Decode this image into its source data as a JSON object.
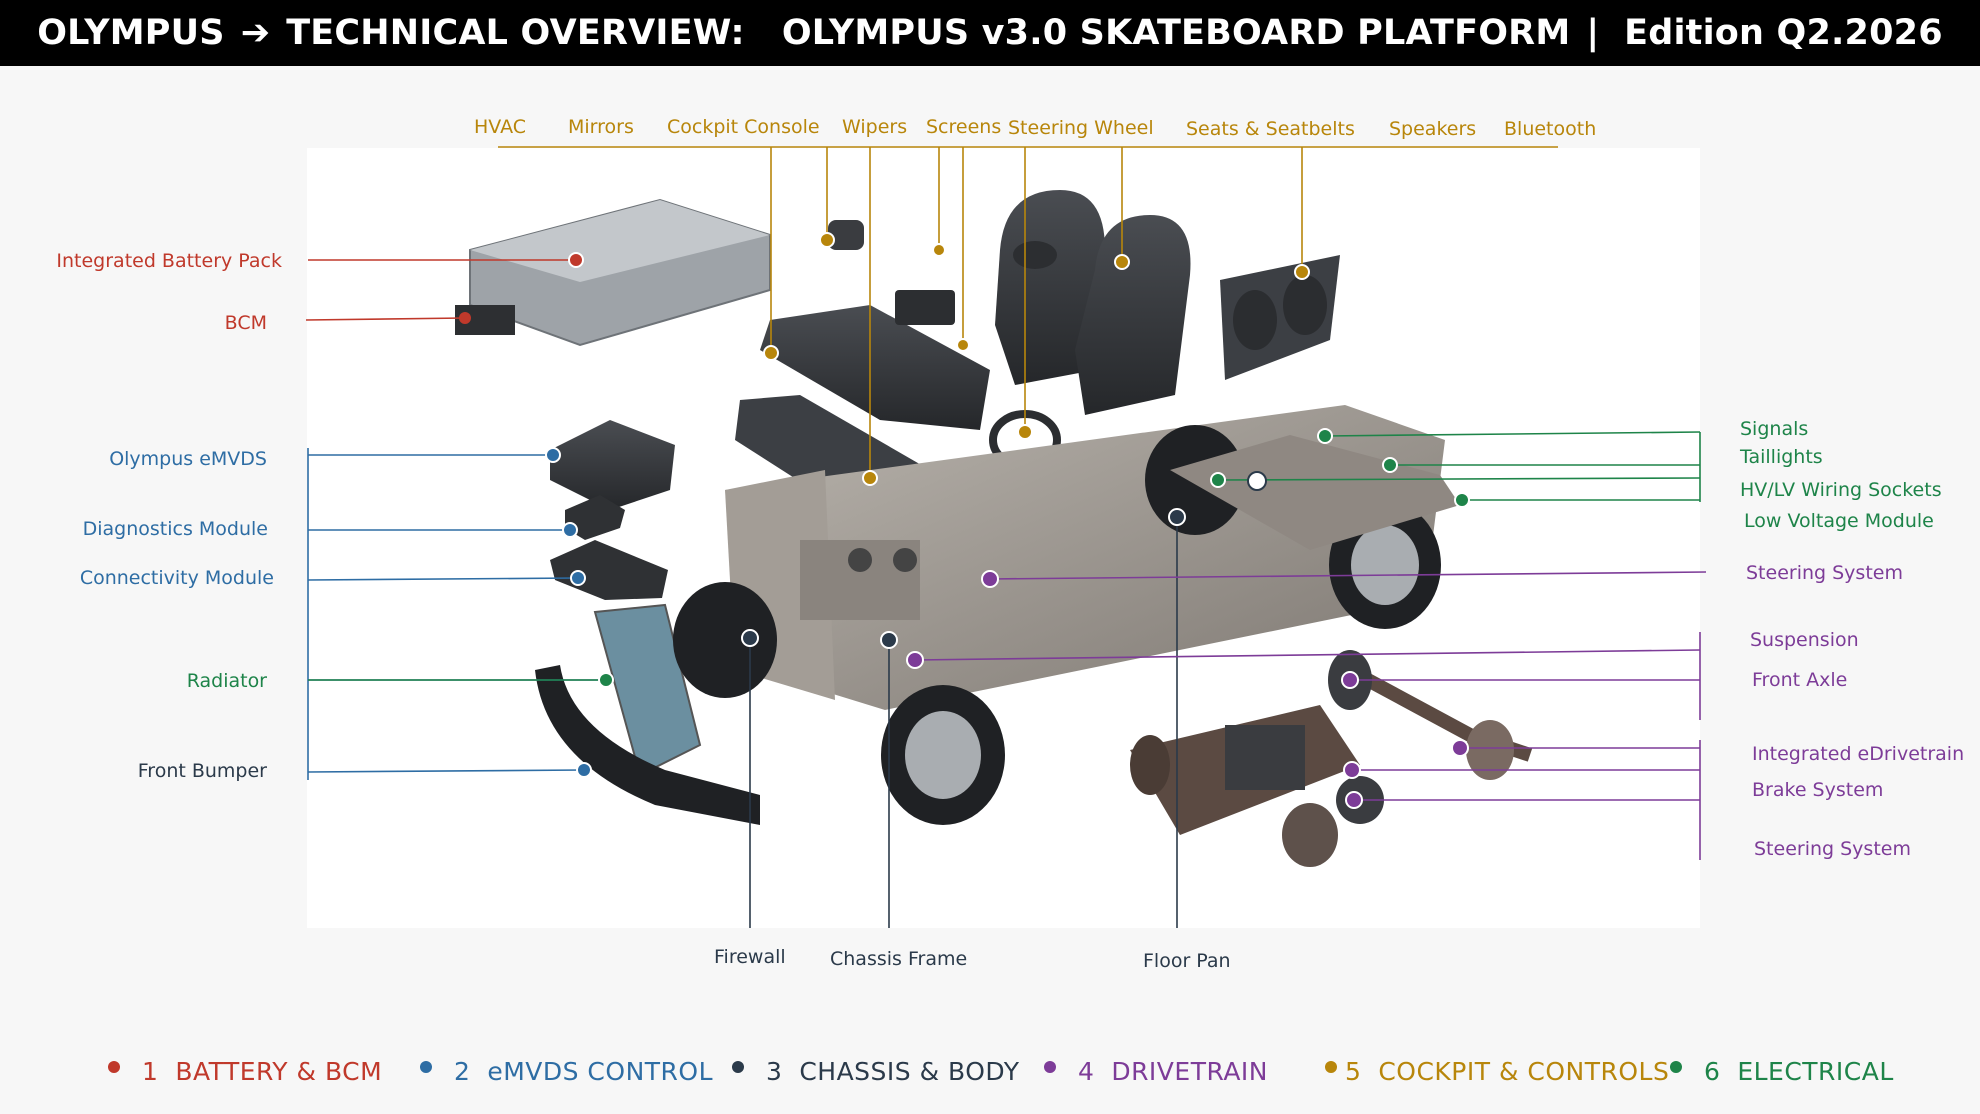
{
  "header": {
    "brand": "OLYMPUS",
    "arrow": "➔",
    "title": "TECHNICAL OVERVIEW:   OLYMPUS v3.0 SKATEBOARD PLATFORM",
    "edition": "|  Edition Q2.2026"
  },
  "colors": {
    "battery": "#c0392b",
    "emvds": "#2e6da4",
    "chassis": "#2b3a4a",
    "drivetrain": "#7d3c98",
    "cockpit": "#b8860b",
    "electrical": "#1e8449"
  },
  "labels": {
    "top": [
      "HVAC",
      "Mirrors",
      "Cockpit Console",
      "Wipers",
      "Screens",
      "Steering Wheel",
      "Seats & Seatbelts",
      "Speakers",
      "Bluetooth"
    ],
    "left": {
      "battery_pack": "Integrated Battery Pack",
      "bcm": "BCM",
      "emvds": "Olympus eMVDS",
      "diagnostics": "Diagnostics Module",
      "connectivity": "Connectivity Module",
      "radiator": "Radiator",
      "front_bumper": "Front Bumper"
    },
    "right": {
      "signals": "Signals",
      "taillights": "Taillights",
      "wiring": "HV/LV Wiring Sockets",
      "low_voltage": "Low Voltage Module",
      "steering_upper": "Steering System",
      "suspension": "Suspension",
      "front_axle": "Front Axle",
      "edrivetrain": "Integrated eDrivetrain",
      "brake": "Brake System",
      "steering_lower": "Steering System"
    },
    "bottom": {
      "firewall": "Firewall",
      "chassis_frame": "Chassis Frame",
      "floor_pan": "Floor Pan"
    }
  },
  "legend": [
    {
      "num": "1",
      "text": "BATTERY & BCM",
      "color": "#c0392b"
    },
    {
      "num": "2",
      "text": "eMVDS CONTROL",
      "color": "#2e6da4"
    },
    {
      "num": "3",
      "text": "CHASSIS & BODY",
      "color": "#2b3a4a"
    },
    {
      "num": "4",
      "text": "DRIVETRAIN",
      "color": "#7d3c98"
    },
    {
      "num": "5",
      "text": "COCKPIT & CONTROLS",
      "color": "#b8860b"
    },
    {
      "num": "6",
      "text": "ELECTRICAL",
      "color": "#1e8449"
    }
  ]
}
